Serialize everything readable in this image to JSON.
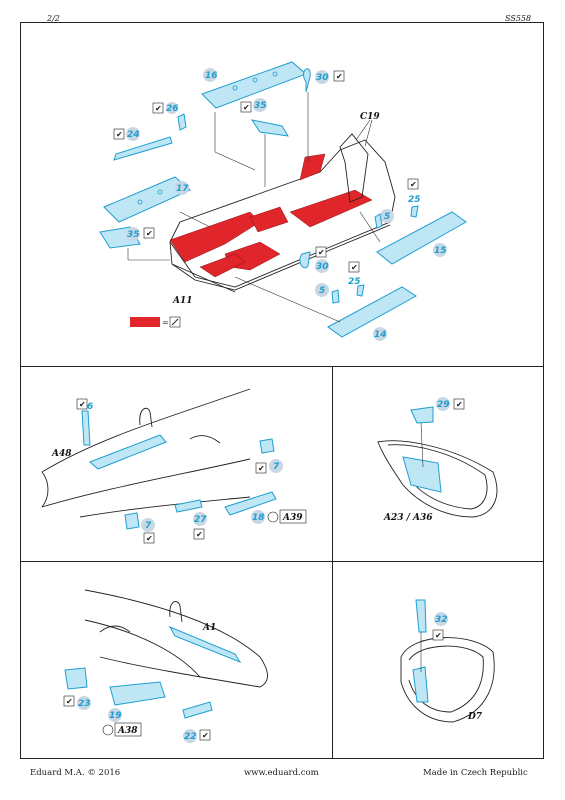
{
  "header": {
    "page": "2/2",
    "code": "SS558"
  },
  "footer": {
    "left": "Eduard M.A. © 2016",
    "center": "www.eduard.com",
    "right": "Made in Czech Republic"
  },
  "colors": {
    "pe_blue": "#1f9fd0",
    "pe_fill": "#bfe6f5",
    "paint_red": "#e0262a",
    "circle_fill": "#c9d7e5"
  },
  "panel1": {
    "parts": [
      "16",
      "30",
      "26",
      "35",
      "24",
      "17",
      "35",
      "5",
      "25",
      "15",
      "30",
      "5",
      "25",
      "14"
    ],
    "labels": {
      "tub": "A11",
      "bar": "C19"
    },
    "legend_symbol": "="
  },
  "panel2": {
    "parts": [
      "6",
      "7",
      "27",
      "7",
      "18"
    ],
    "labels": {
      "fuselage": "A48",
      "ref": "A39"
    }
  },
  "panel3": {
    "parts": [
      "29"
    ],
    "labels": {
      "canopy": "A23 / A36"
    }
  },
  "panel4": {
    "parts": [
      "23",
      "19",
      "22"
    ],
    "labels": {
      "fuselage": "A1",
      "ref": "A38"
    }
  },
  "panel5": {
    "parts": [
      "32"
    ],
    "labels": {
      "canopy": "D7"
    }
  }
}
